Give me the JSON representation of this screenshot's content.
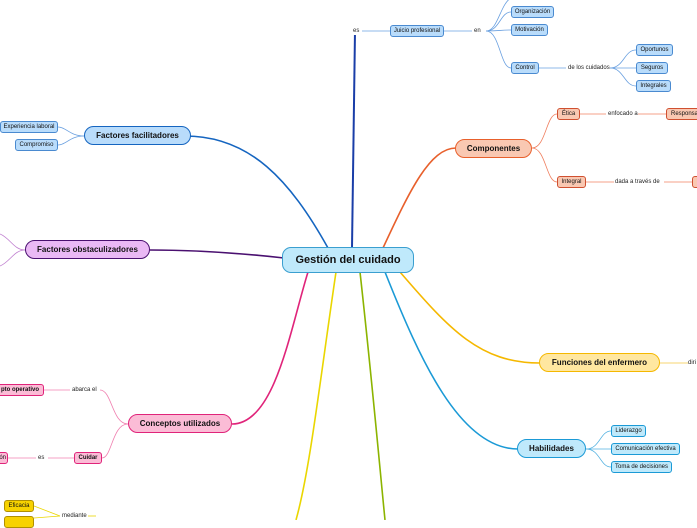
{
  "central": {
    "label": "Gestión del cuidado"
  },
  "topics": {
    "facilitadores": "Factores facilitadores",
    "obstaculizadores": "Factores obstaculizadores",
    "componentes": "Componentes",
    "funciones": "Funciones del enfermero",
    "habilidades": "Habilidades",
    "conceptos": "Conceptos utilizados"
  },
  "facilitadores": {
    "items": [
      "Experiencia laboral",
      "Compromiso"
    ]
  },
  "juicio": {
    "connector_es": "es",
    "node": "Juicio profesional",
    "connector_en": "en",
    "items": [
      "Organización",
      "Motivación",
      "Control"
    ],
    "connector_cuidados": "de los cuidados",
    "cuidados": [
      "Oportunos",
      "Seguros",
      "Integrales"
    ]
  },
  "componentes": {
    "etica": "Ética",
    "enfocado": "enfocado a",
    "responsabilidad": "Responsa",
    "integral": "Integral",
    "dada": "dada a través de"
  },
  "funciones": {
    "connector": "diri"
  },
  "habilidades": {
    "items": [
      "Liderazgo",
      "Comunicación efectiva",
      "Toma de decisiones"
    ]
  },
  "conceptos": {
    "concepto_operativo": "pto operativo",
    "abarca": "abarca el",
    "cuidar": "Cuidar",
    "es": "es",
    "partial": "ón"
  },
  "bottom": {
    "eficacia": "Eficacia",
    "mediante": "mediante"
  },
  "colors": {
    "blue_branch": "#1565c0",
    "purple_branch": "#4a1070",
    "orange_branch": "#e8602c",
    "amber_branch": "#f5b800",
    "sky_branch": "#1b9ad6",
    "pink_branch": "#e0247a",
    "yellow_branch": "#ead600",
    "green_branch": "#8cb400",
    "navy_branch": "#1a3ea8"
  }
}
